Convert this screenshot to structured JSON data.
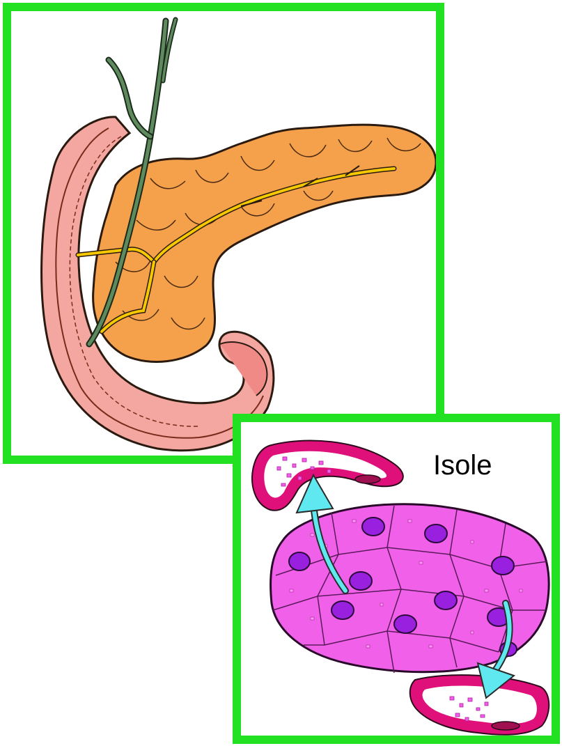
{
  "panels": {
    "pancreas": {
      "icon": "pancreas-anatomy-illustration",
      "colors": {
        "frame": "#22e022",
        "pancreas_tissue": "#f5a04a",
        "duodenum": "#f4a6a0",
        "duct": "#f6c800",
        "bile_duct": "#5e8a5e"
      }
    },
    "islet": {
      "label": "Isole",
      "icon": "pancreatic-islet-illustration",
      "colors": {
        "frame": "#22e022",
        "cells": "#f060e8",
        "nuclei": "#9a20e0",
        "vessel": "#e0107a",
        "arrows": "#60e8f0"
      }
    }
  }
}
